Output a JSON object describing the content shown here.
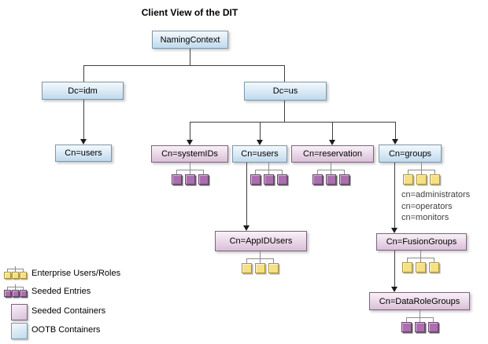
{
  "diagram": {
    "title": "Client View of the DIT",
    "nodes": {
      "naming_context": "NamingContext",
      "dc_idm": "Dc=idm",
      "dc_us": "Dc=us",
      "cn_users_idm": "Cn=users",
      "cn_systemids": "Cn=systemIDs",
      "cn_users_us": "Cn=users",
      "cn_reservation": "Cn=reservation",
      "cn_groups": "Cn=groups",
      "cn_appidusers": "Cn=AppIDUsers",
      "cn_fusiongroups": "Cn=FusionGroups",
      "cn_datarolegroups": "Cn=DataRoleGroups"
    },
    "group_entry_labels": [
      "cn=administrators",
      "cn=operators",
      "cn=monitors"
    ]
  },
  "legend": {
    "items": [
      {
        "icon": "enterprise-users-roles-icon",
        "label": "Enterprise Users/Roles"
      },
      {
        "icon": "seeded-entries-icon",
        "label": "Seeded Entries"
      },
      {
        "icon": "seeded-container-swatch",
        "label": "Seeded Containers"
      },
      {
        "icon": "ootb-container-swatch",
        "label": "OOTB Containers"
      }
    ]
  },
  "colors": {
    "ootb_container_top": "#f3f9fd",
    "ootb_container_bottom": "#bfdaed",
    "ootb_border": "#7e97a9",
    "seeded_container_top": "#f9f1f8",
    "seeded_container_bottom": "#d9c0d7",
    "seeded_border": "#7b647c",
    "seeded_entry_fill": "#ab6fae",
    "enterprise_entry_fill": "#f5e084",
    "connector": "#404040",
    "tree_connector": "#8c8c8c"
  }
}
